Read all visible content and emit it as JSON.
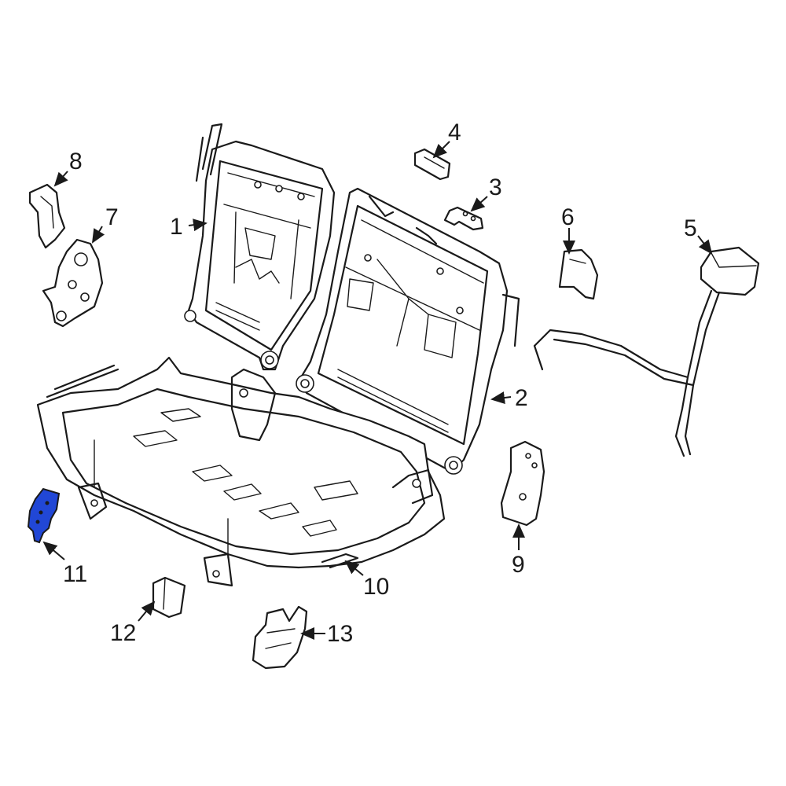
{
  "highlight_color": "#2147d6",
  "line_color": "#1a1a1a",
  "callouts": [
    {
      "id": 1,
      "label": "1"
    },
    {
      "id": 2,
      "label": "2"
    },
    {
      "id": 3,
      "label": "3"
    },
    {
      "id": 4,
      "label": "4"
    },
    {
      "id": 5,
      "label": "5"
    },
    {
      "id": 6,
      "label": "6"
    },
    {
      "id": 7,
      "label": "7"
    },
    {
      "id": 8,
      "label": "8"
    },
    {
      "id": 9,
      "label": "9"
    },
    {
      "id": 10,
      "label": "10"
    },
    {
      "id": 11,
      "label": "11"
    },
    {
      "id": 12,
      "label": "12"
    },
    {
      "id": 13,
      "label": "13"
    }
  ],
  "highlighted_part": "11"
}
